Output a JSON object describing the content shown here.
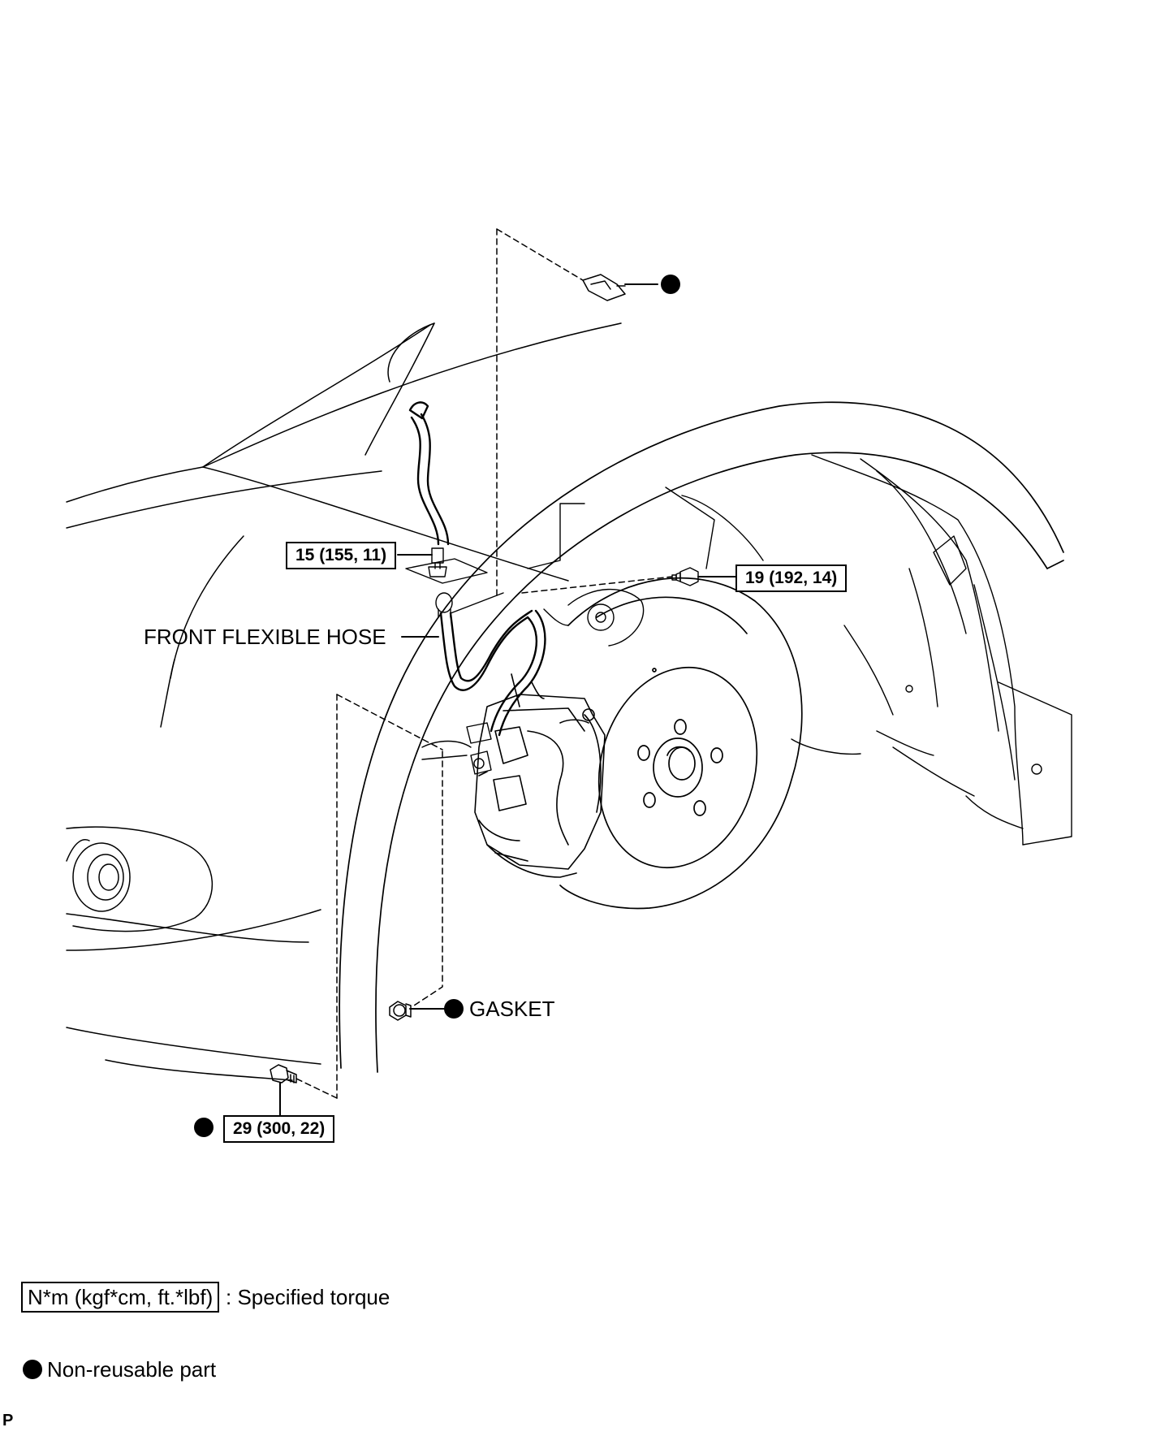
{
  "callouts": {
    "torque_top_left": "15 (155, 11)",
    "torque_top_right": "19 (192, 14)",
    "torque_bottom": "29 (300, 22)",
    "hose_label": "FRONT FLEXIBLE HOSE",
    "gasket_label": "GASKET"
  },
  "legend": {
    "torque_unit": "N*m (kgf*cm, ft.*lbf)",
    "torque_desc": ": Specified torque",
    "nonreusable_desc": "Non-reusable part"
  },
  "corner_code": "P",
  "icons": [
    "non-reusable-dot-icon",
    "union-bolt-icon",
    "clip-icon",
    "gasket-icon",
    "bolt-icon"
  ]
}
